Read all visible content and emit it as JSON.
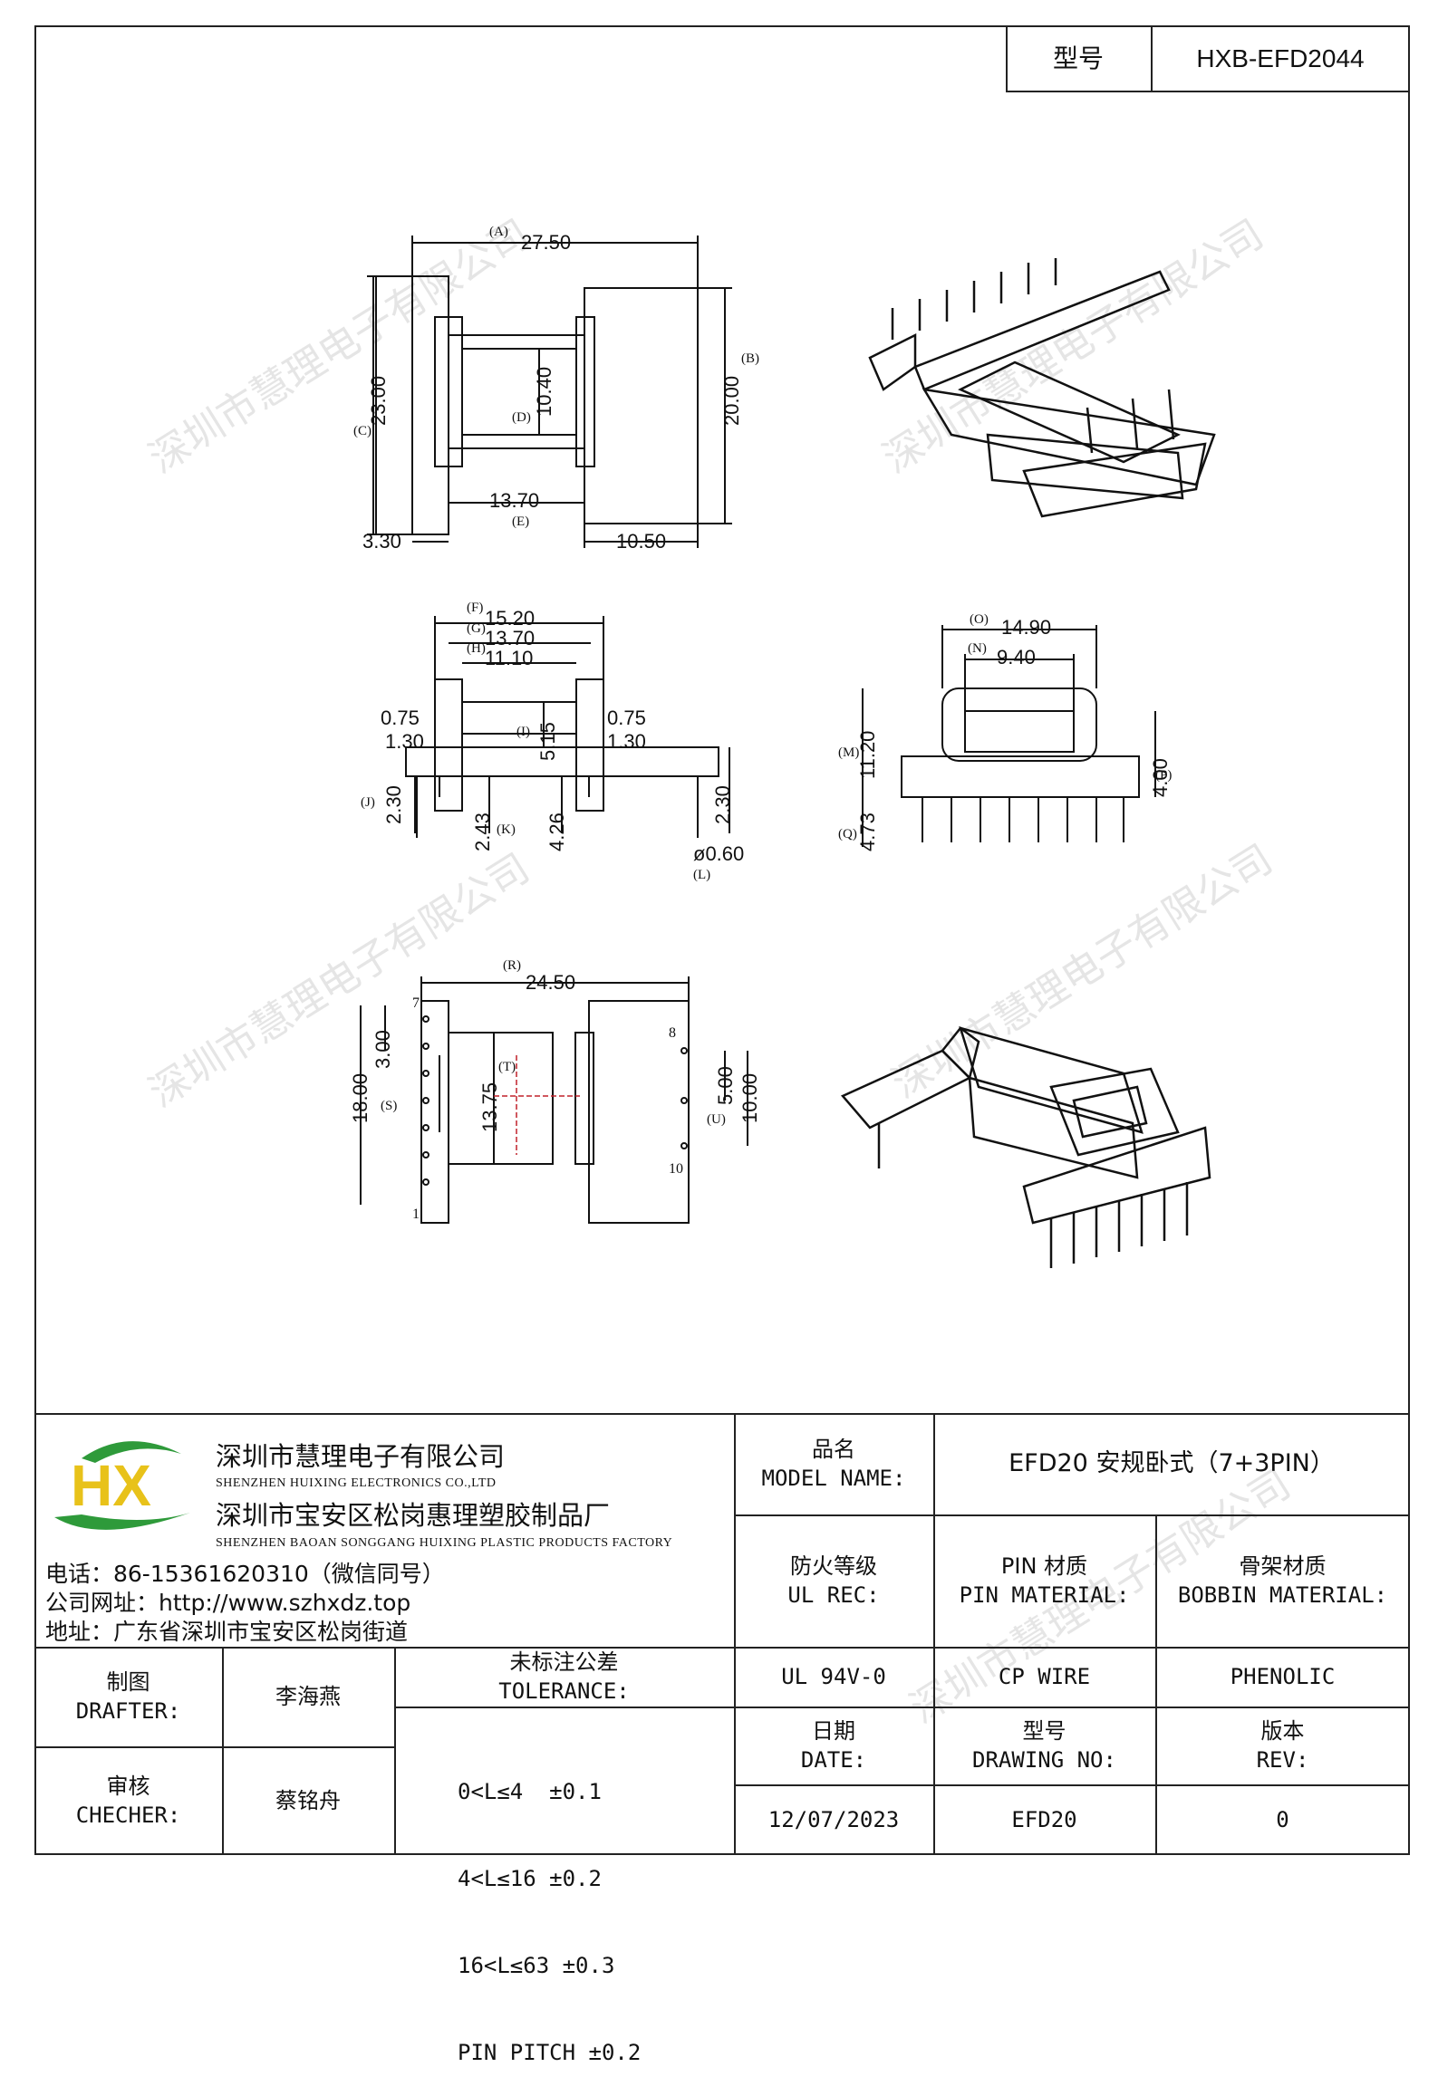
{
  "header": {
    "model_label": "型号",
    "model_value": "HXB-EFD2044"
  },
  "watermark": "深圳市慧理电子有限公司",
  "drawing": {
    "top_view": {
      "dims": [
        "27.50",
        "23.00",
        "20.00",
        "10.40",
        "13.70",
        "3.30",
        "10.50"
      ],
      "refs": [
        "(A)",
        "(B)",
        "(C)",
        "(D)",
        "(E)"
      ]
    },
    "front_view": {
      "dims": [
        "15.20",
        "13.70",
        "11.10",
        "0.75",
        "0.75",
        "1.30",
        "1.30",
        "5.15",
        "2.30",
        "2.43",
        "4.26",
        "2.30",
        "ø0.60"
      ],
      "refs": [
        "(F)",
        "(G)",
        "(H)",
        "(I)",
        "(J)",
        "(K)",
        "(L)"
      ]
    },
    "side_view": {
      "dims": [
        "14.90",
        "9.40",
        "11.20",
        "4.00",
        "4.73"
      ],
      "refs": [
        "(O)",
        "(N)",
        "(M)",
        "(P)",
        "(Q)"
      ]
    },
    "bottom_view": {
      "dims": [
        "24.50",
        "3.00",
        "18.00",
        "13.75",
        "5.00",
        "10.00"
      ],
      "refs": [
        "(R)",
        "(S)",
        "(T)",
        "(U)"
      ],
      "pins": [
        "7",
        "1",
        "8",
        "10"
      ]
    }
  },
  "company": {
    "logo_letters": "HX",
    "name_cn": "深圳市慧理电子有限公司",
    "name_en": "SHENZHEN HUIXING ELECTRONICS CO.,LTD",
    "factory_cn": "深圳市宝安区松岗惠理塑胶制品厂",
    "factory_en": "SHENZHEN BAOAN SONGGANG HUIXING PLASTIC PRODUCTS FACTORY",
    "phone": "电话：86-15361620310（微信同号）",
    "website": "公司网址：http://www.szhxdz.top",
    "address": "地址：广东省深圳市宝安区松岗街道"
  },
  "title_block": {
    "model_name_cn": "品名",
    "model_name_en": "MODEL NAME:",
    "model_name_value": "EFD20 安规卧式（7+3PIN）",
    "ul_rec_cn": "防火等级",
    "ul_rec_en": "UL REC:",
    "pin_material_cn": "PIN 材质",
    "pin_material_en": "PIN MATERIAL:",
    "bobbin_material_cn": "骨架材质",
    "bobbin_material_en": "BOBBIN MATERIAL:",
    "ul_rec_value": "UL 94V-0",
    "pin_material_value": "CP WIRE",
    "bobbin_material_value": "PHENOLIC",
    "date_cn": "日期",
    "date_en": "DATE:",
    "drawing_no_cn": "型号",
    "drawing_no_en": "DRAWING NO:",
    "rev_cn": "版本",
    "rev_en": "REV:",
    "date_value": "12/07/2023",
    "drawing_no_value": "EFD20",
    "rev_value": "0",
    "drafter_cn": "制图",
    "drafter_en": "DRAFTER:",
    "drafter_value": "李海燕",
    "checker_cn": "审核",
    "checker_en": "CHECHER:",
    "checker_value": "蔡铭舟",
    "tolerance_cn": "未标注公差",
    "tolerance_en": "TOLERANCE:",
    "tolerance_rows": [
      "0<L≤4  ±0.1",
      "4<L≤16 ±0.2",
      "16<L≤63 ±0.3",
      "PIN PITCH ±0.2"
    ]
  },
  "colors": {
    "logo_green": "#2e9a3a",
    "logo_yellow": "#e8c21a",
    "line": "#222222",
    "red_center": "#c0202a"
  }
}
